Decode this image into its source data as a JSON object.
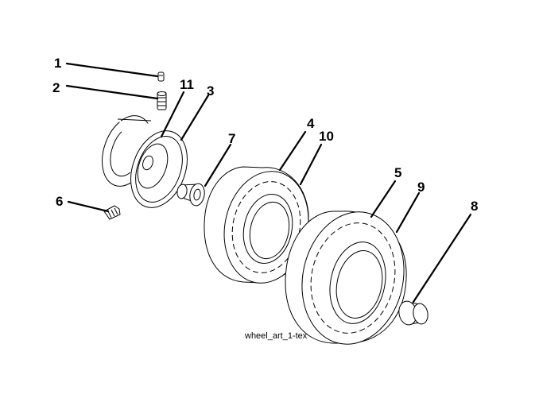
{
  "figure": {
    "caption": "wheel_art_1-tex",
    "callouts": [
      {
        "id": "1",
        "label": "1"
      },
      {
        "id": "2",
        "label": "2"
      },
      {
        "id": "3",
        "label": "3"
      },
      {
        "id": "4",
        "label": "4"
      },
      {
        "id": "5",
        "label": "5"
      },
      {
        "id": "6",
        "label": "6"
      },
      {
        "id": "7",
        "label": "7"
      },
      {
        "id": "8",
        "label": "8"
      },
      {
        "id": "9",
        "label": "9"
      },
      {
        "id": "10",
        "label": "10"
      },
      {
        "id": "11",
        "label": "11"
      }
    ]
  }
}
